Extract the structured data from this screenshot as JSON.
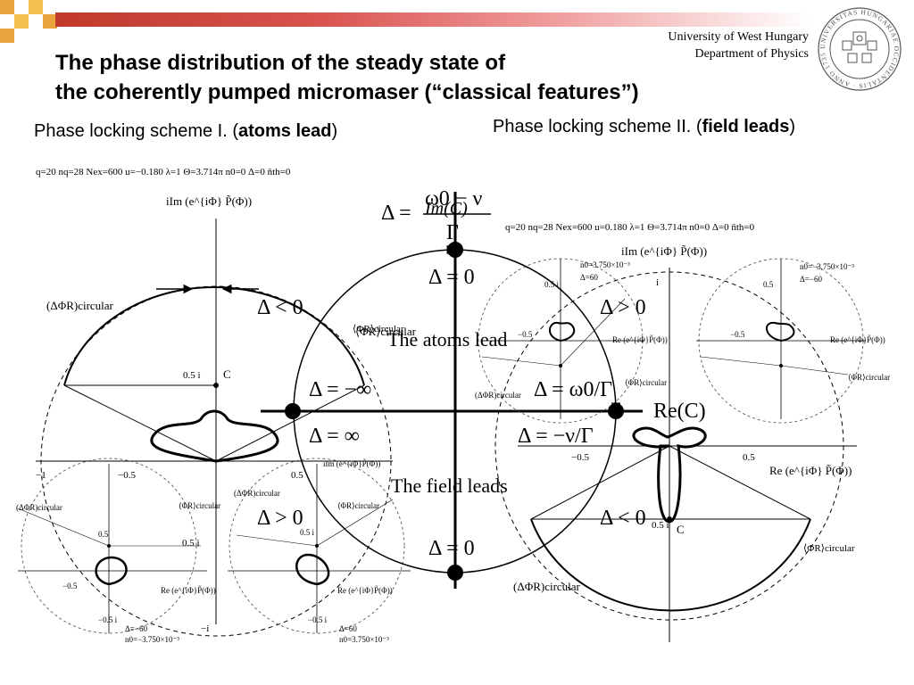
{
  "title": {
    "line1": "The phase distribution of the steady state of",
    "line2": "the coherently pumped micromaser (“classical features”)"
  },
  "affiliation": {
    "line1": "University of West Hungary",
    "line2": "Department of Physics"
  },
  "scheme1": {
    "prefix": "Phase locking scheme I. (",
    "bold": "atoms lead",
    "suffix": ")"
  },
  "scheme2": {
    "prefix": "Phase locking scheme II. (",
    "bold": "field leads",
    "suffix": ")"
  },
  "seal": {
    "text": "UNIVERSITAS HUNGARIAE OCCIDENTALIS · ANNO 1735 ·"
  },
  "left_plot": {
    "params": "q=20  nq=28  Nex=600  u=−0.180  λ=1  Θ=3.714π  n0=0  Δ=0  n̄th=0",
    "im_label": "iIm (e^{iΦ} P̃(Φ))",
    "re_label": "Re (e^{iΦ} P̃(Φ))",
    "delta_phi": "(ΔΦR)circular",
    "phi_circ": "⟨ΦR⟩circular",
    "c_label": "C",
    "half_i": "0.5 i",
    "tick_m1": "−1",
    "tick_m05": "−0.5",
    "tick_05": "0.5"
  },
  "right_plot": {
    "params": "q=20  nq=28  Nex=600  u=0.180  λ=1  Θ=3.714π  n0=0  Δ=0  n̄th=0",
    "im_label": "iIm (e^{iΦ} P̃(Φ))",
    "re_label": "Re (e^{iΦ} P̃(Φ))",
    "delta_phi": "(ΔΦR)circular",
    "phi_circ": "⟨ΦR⟩circular",
    "c_label": "C",
    "half_i": "0.5 i",
    "tick_m05": "−0.5",
    "tick_05": "0.5"
  },
  "small_plots": {
    "delta60": "Δ=60",
    "delta_m60": "Δ=−60",
    "n0_pos": "n0=3.750×10⁻³",
    "n0_neg": "n0=−3.750×10⁻³",
    "half_i": "0.5 i",
    "neg_half_i": "−0.5 i",
    "neg_i": "−i",
    "i": "i",
    "tick_05": "0.5",
    "tick_m05": "−0.5",
    "re_label": "Re (e^{iΦ}P̃(Φ))",
    "im_label": "iIm (e^{iΦ}P̃(Φ))",
    "phi_circ": "⟨ΦR⟩circular",
    "delta_phi": "(ΔΦR)circular"
  },
  "center_diagram": {
    "im_axis": "Im(C)",
    "re_axis": "Re(C)",
    "delta_eq_top": "Δ = ",
    "omega0": "ω0",
    "minus_nu": "− ν",
    "gamma": "Γ",
    "delta0_top": "Δ = 0",
    "delta0_bottom": "Δ = 0",
    "delta_neg": "Δ < 0",
    "delta_pos": "Δ > 0",
    "delta_pos_left": "Δ > 0",
    "delta_neg_right": "Δ < 0",
    "delta_minus_inf": "Δ = −∞",
    "delta_plus_inf": "Δ = ∞",
    "atoms_lead": "The atoms lead",
    "field_leads": "The field leads",
    "delta_omega_gamma": "Δ = ω0/Γ",
    "delta_minus_nu_gamma": "Δ = −ν/Γ",
    "phi_circ_center": "⟨ΦR⟩circular"
  },
  "colors": {
    "banner_red": "#c0392b",
    "banner_orange": "#e8a33d",
    "banner_gold": "#f2c14e",
    "ink": "#000000"
  }
}
